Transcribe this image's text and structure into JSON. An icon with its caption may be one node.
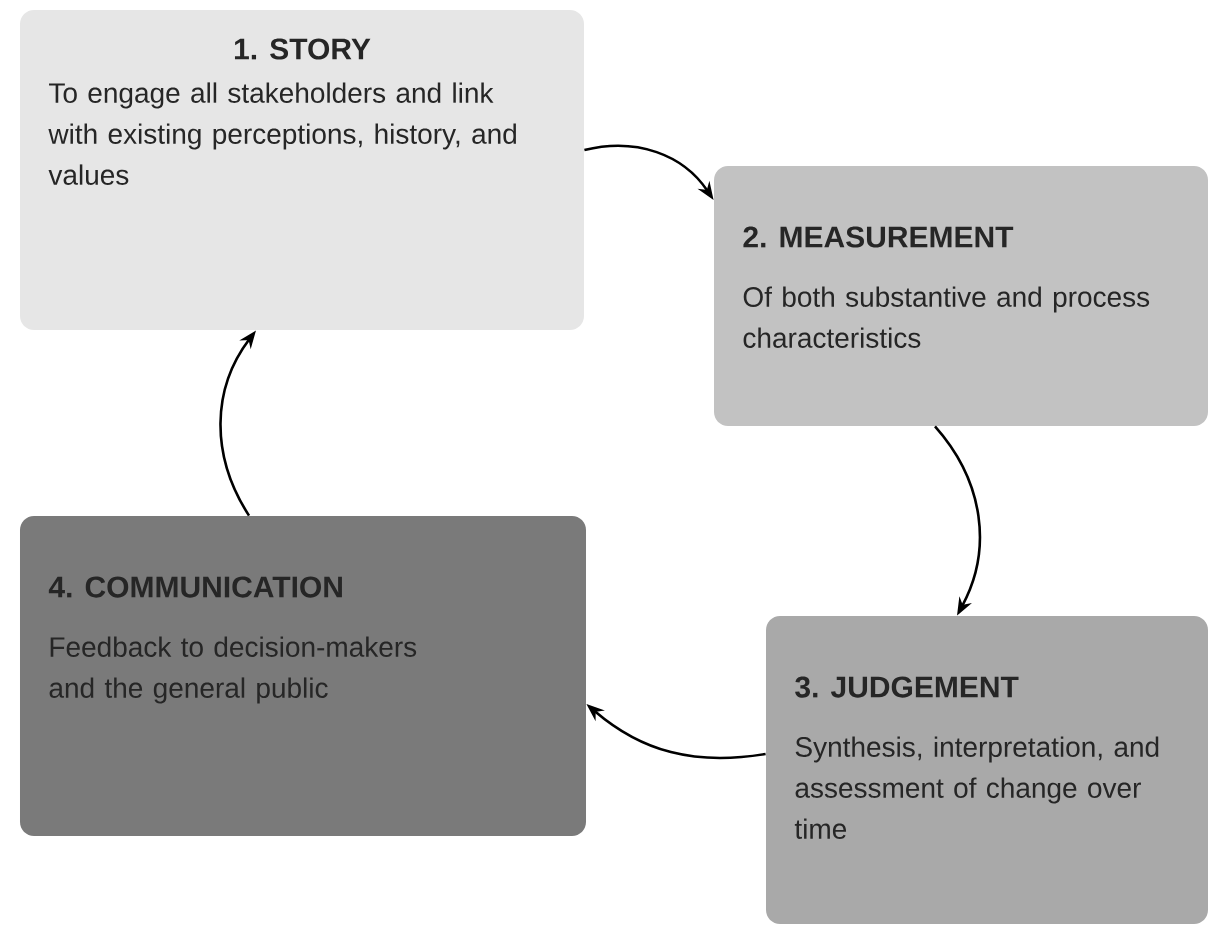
{
  "diagram": {
    "nodes": [
      {
        "text": [
          "1. STORY",
          "To engage all stakeholders and link with existing perceptions, history, and values"
        ]
      },
      {
        "text": [
          "2. MEASUREMENT",
          "Of both substantive and process characteristics"
        ]
      },
      {
        "text": [
          "3. JUDGEMENT",
          "Synthesis, interpretation, and assessment of change over time"
        ]
      },
      {
        "text": [
          "4. COMMUNICATION",
          "Feedback to decision-makers and the general public"
        ]
      }
    ],
    "edges": [
      {
        "from": 0,
        "to": 1,
        "arrow": "to"
      },
      {
        "from": 1,
        "to": 2,
        "arrow": "to"
      },
      {
        "from": 2,
        "to": 3,
        "arrow": "to"
      },
      {
        "from": 3,
        "to": 0,
        "arrow": "to"
      }
    ]
  }
}
